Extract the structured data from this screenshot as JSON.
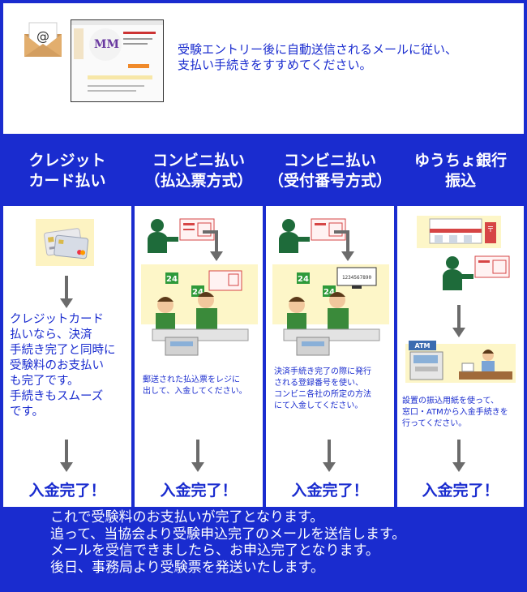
{
  "intro": {
    "line1": "受験エントリー後に自動送信されるメールに従い、",
    "line2": "支払い手続きをすすめてください。",
    "envelope_icon": "mail-envelope-icon",
    "screenshot_logo": "MM"
  },
  "columns": [
    {
      "title_l1": "クレジット",
      "title_l2": "カード払い",
      "description_lines": [
        "クレジットカード",
        "払いなら、決済",
        "手続き完了と同時に",
        "受験料のお支払い",
        "も完了です。",
        "手続きもスムーズ",
        "です。"
      ],
      "result": "入金完了！"
    },
    {
      "title_l1": "コンビニ払い",
      "title_l2": "（払込票方式）",
      "description_lines": [
        "郵送された払込票をレジに",
        "出して、入金してください。"
      ],
      "store_sign": "24",
      "result": "入金完了！"
    },
    {
      "title_l1": "コンビニ払い",
      "title_l2": "（受付番号方式）",
      "description_lines": [
        "決済手続き完了の際に発行",
        "される登録番号を使い、",
        "コンビニ各社の所定の方法",
        "にて入金してください。"
      ],
      "store_sign": "24",
      "monitor_text": "1234567890",
      "result": "入金完了！"
    },
    {
      "title_l1": "ゆうちょ銀行",
      "title_l2": "振込",
      "description_lines": [
        "設置の振込用紙を使って、",
        "窓口・ATMから入金手続きを",
        "行ってください。"
      ],
      "atm_label": "ATM",
      "result": "入金完了！"
    }
  ],
  "footer": {
    "line1": "これで受験料のお支払いが完了となります。",
    "line2": "追って、当協会より受験申込完了のメールを送信します。",
    "line3": "メールを受信できましたら、お申込完了となります。",
    "line4": "後日、事務局より受験票を発送いたします。"
  },
  "colors": {
    "brand_blue": "#1a2ccf",
    "person_green": "#1e6b3a",
    "store_green": "#2e9a3a",
    "arrow_gray": "#6b6b6b"
  }
}
